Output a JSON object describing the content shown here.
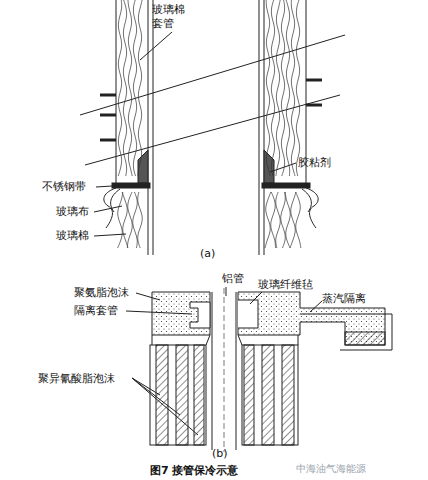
{
  "diagram": {
    "caption": "图7 接管保冷示意",
    "labels": [
      "玻璃棉 套管",
      "胶粘剂",
      "不锈钢带",
      "玻璃布",
      "玻璃棉",
      "(a)",
      "聚氨脂泡沫",
      "隔离套管",
      "铝管",
      "玻璃纤维毡",
      "蒸汽隔离",
      "聚异氰酸脂泡沫",
      "(b)",
      "中海油气海能源"
    ]
  }
}
